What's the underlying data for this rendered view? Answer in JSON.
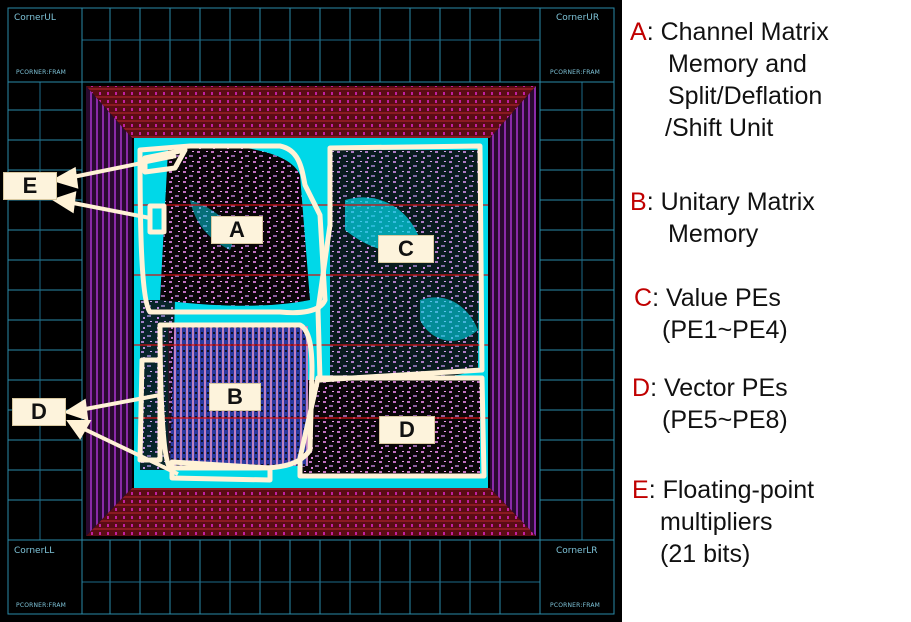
{
  "chip": {
    "corners": {
      "ul": "CornerUL",
      "ur": "CornerUR",
      "ll": "CornerLL",
      "lr": "CornerLR",
      "sub": "PCORNER:FRAM"
    },
    "labels": {
      "A": "A",
      "B": "B",
      "C": "C",
      "D_block": "D",
      "D_callout": "D",
      "E_callout": "E"
    }
  },
  "legend": [
    {
      "letter": "A",
      "first": ": Channel Matrix",
      "lines": [
        "Memory and",
        "Split/Deflation",
        "/Shift Unit"
      ]
    },
    {
      "letter": "B",
      "first": ": Unitary Matrix",
      "lines": [
        "Memory"
      ]
    },
    {
      "letter": "C",
      "first": ": Value PEs",
      "lines": [
        "(PE1~PE4)"
      ]
    },
    {
      "letter": "D",
      "first": ": Vector PEs",
      "lines": [
        "(PE5~PE8)"
      ]
    },
    {
      "letter": "E",
      "first": ": Floating-point",
      "lines": [
        "multipliers",
        "(21 bits)"
      ]
    }
  ],
  "colors": {
    "legend_letter": "#c00000",
    "core_cyan": "#00e5f0",
    "outline": "#fff2d6",
    "ring_red": "#7a1010",
    "ring_magenta": "#c010c0",
    "pad_lines": "#2a8aa8"
  }
}
